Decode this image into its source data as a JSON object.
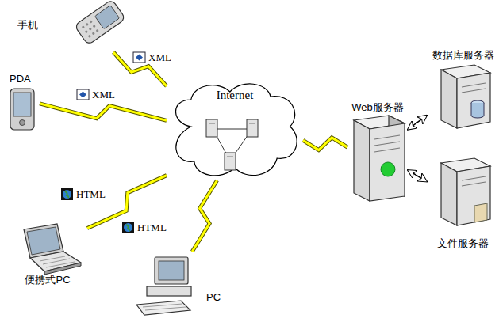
{
  "diagram": {
    "nodes": [
      {
        "text": [
          "手机"
        ]
      },
      {
        "text": [
          "PDA"
        ]
      },
      {
        "text": [
          "Internet"
        ]
      },
      {
        "text": [
          "Web服务器"
        ]
      },
      {
        "text": [
          "数据库服务器"
        ]
      },
      {
        "text": [
          "文件服务器"
        ]
      },
      {
        "text": [
          "便携式PC"
        ]
      },
      {
        "text": [
          "PC"
        ]
      }
    ],
    "edges": [
      {
        "from": 0,
        "to": 2,
        "label": "XML",
        "arrow": "none"
      },
      {
        "from": 1,
        "to": 2,
        "label": "XML",
        "arrow": "none"
      },
      {
        "from": 6,
        "to": 2,
        "label": "HTML",
        "arrow": "none"
      },
      {
        "from": 7,
        "to": 2,
        "label": "HTML",
        "arrow": "none"
      },
      {
        "from": 2,
        "to": 3,
        "arrow": "none"
      },
      {
        "from": 3,
        "to": 4,
        "arrow": "both"
      },
      {
        "from": 3,
        "to": 5,
        "arrow": "both"
      }
    ]
  }
}
